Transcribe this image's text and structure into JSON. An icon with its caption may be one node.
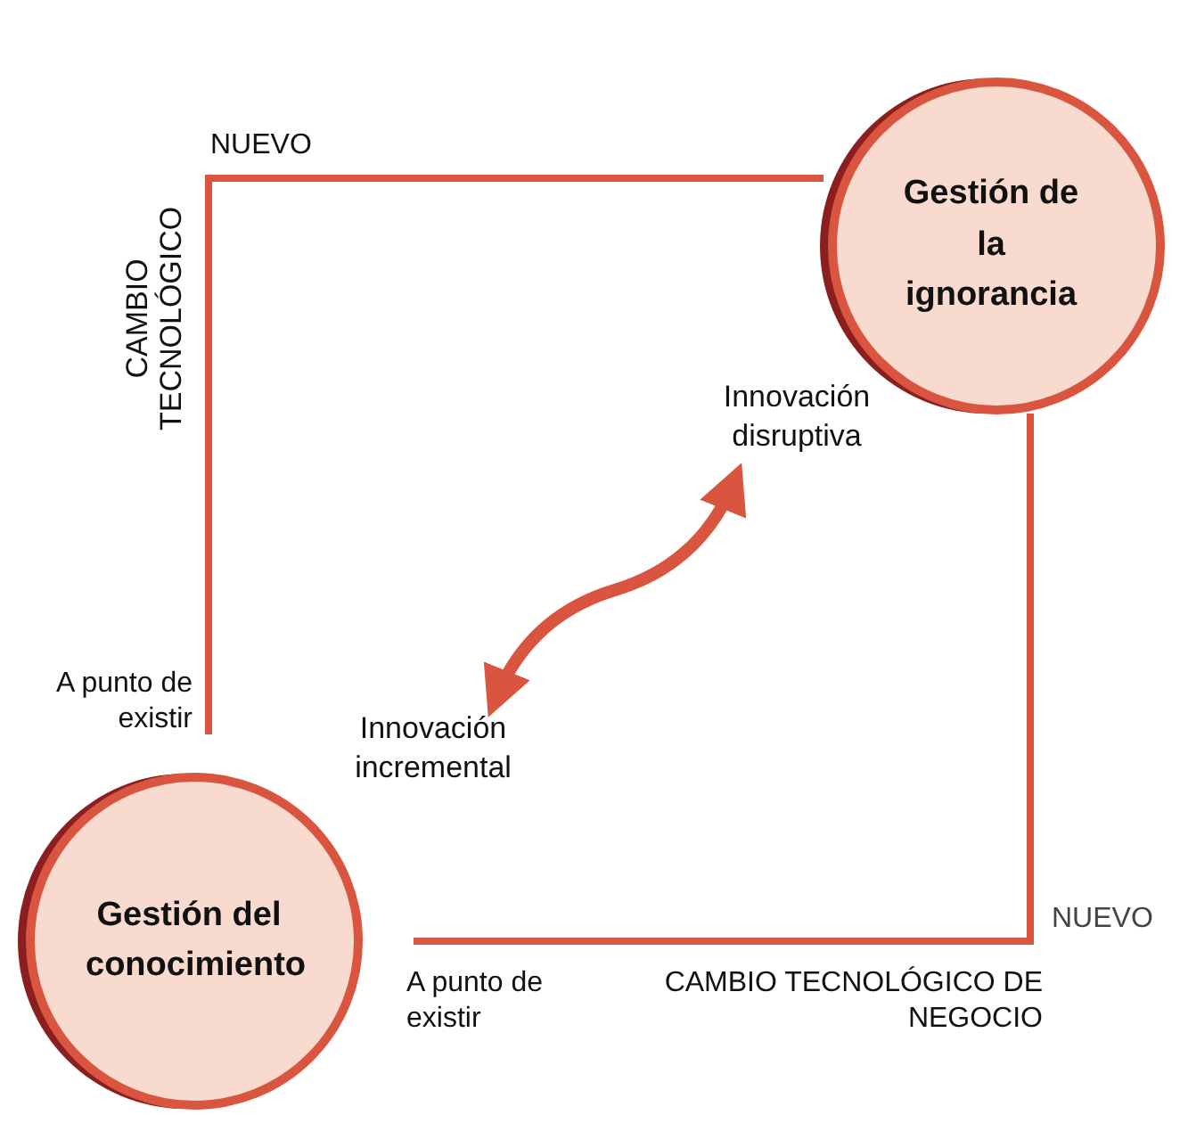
{
  "diagram": {
    "nodes": [
      {
        "text": [
          "Gestión de la ignorancia"
        ]
      },
      {
        "text": [
          "Innovación disruptiva"
        ]
      },
      {
        "text": [
          "Innovación incremental"
        ]
      },
      {
        "text": [
          "Gestión del conocimiento"
        ]
      }
    ],
    "edges": [
      {
        "from": 2,
        "to": 1,
        "arrow": "both"
      }
    ],
    "labels": [
      "NUEVO",
      "CAMBIO TECNOLÓGICO",
      "A punto de existir",
      "NUEVO",
      "A punto de existir",
      "CAMBIO TECNOLÓGICO DE NEGOCIO"
    ]
  }
}
